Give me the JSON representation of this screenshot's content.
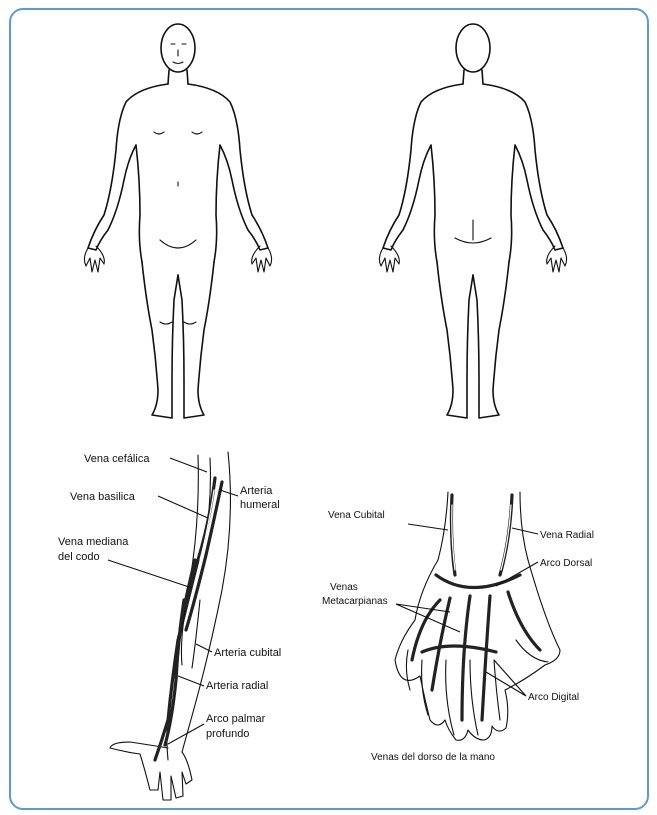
{
  "frame": {
    "border_color": "#5b9bd5"
  },
  "arm_labels": {
    "vena_cefalica": "Vena cefálica",
    "vena_basilica": "Vena basilica",
    "vena_mediana_line1": "Vena mediana",
    "vena_mediana_line2": "del codo",
    "arteria_humeral_line1": "Arteria",
    "arteria_humeral_line2": "humeral",
    "arteria_cubital": "Arteria cubital",
    "arteria_radial": "Arteria radial",
    "arco_palmar_line1": "Arco palmar",
    "arco_palmar_line2": "profundo"
  },
  "hand_labels": {
    "vena_cubital": "Vena Cubital",
    "vena_radial": "Vena Radial",
    "arco_dorsal": "Arco Dorsal",
    "venas_meta_line1": "Venas",
    "venas_meta_line2": "Metacarpianas",
    "arco_digital": "Arco Digital",
    "caption": "Venas del dorso de la mano"
  }
}
